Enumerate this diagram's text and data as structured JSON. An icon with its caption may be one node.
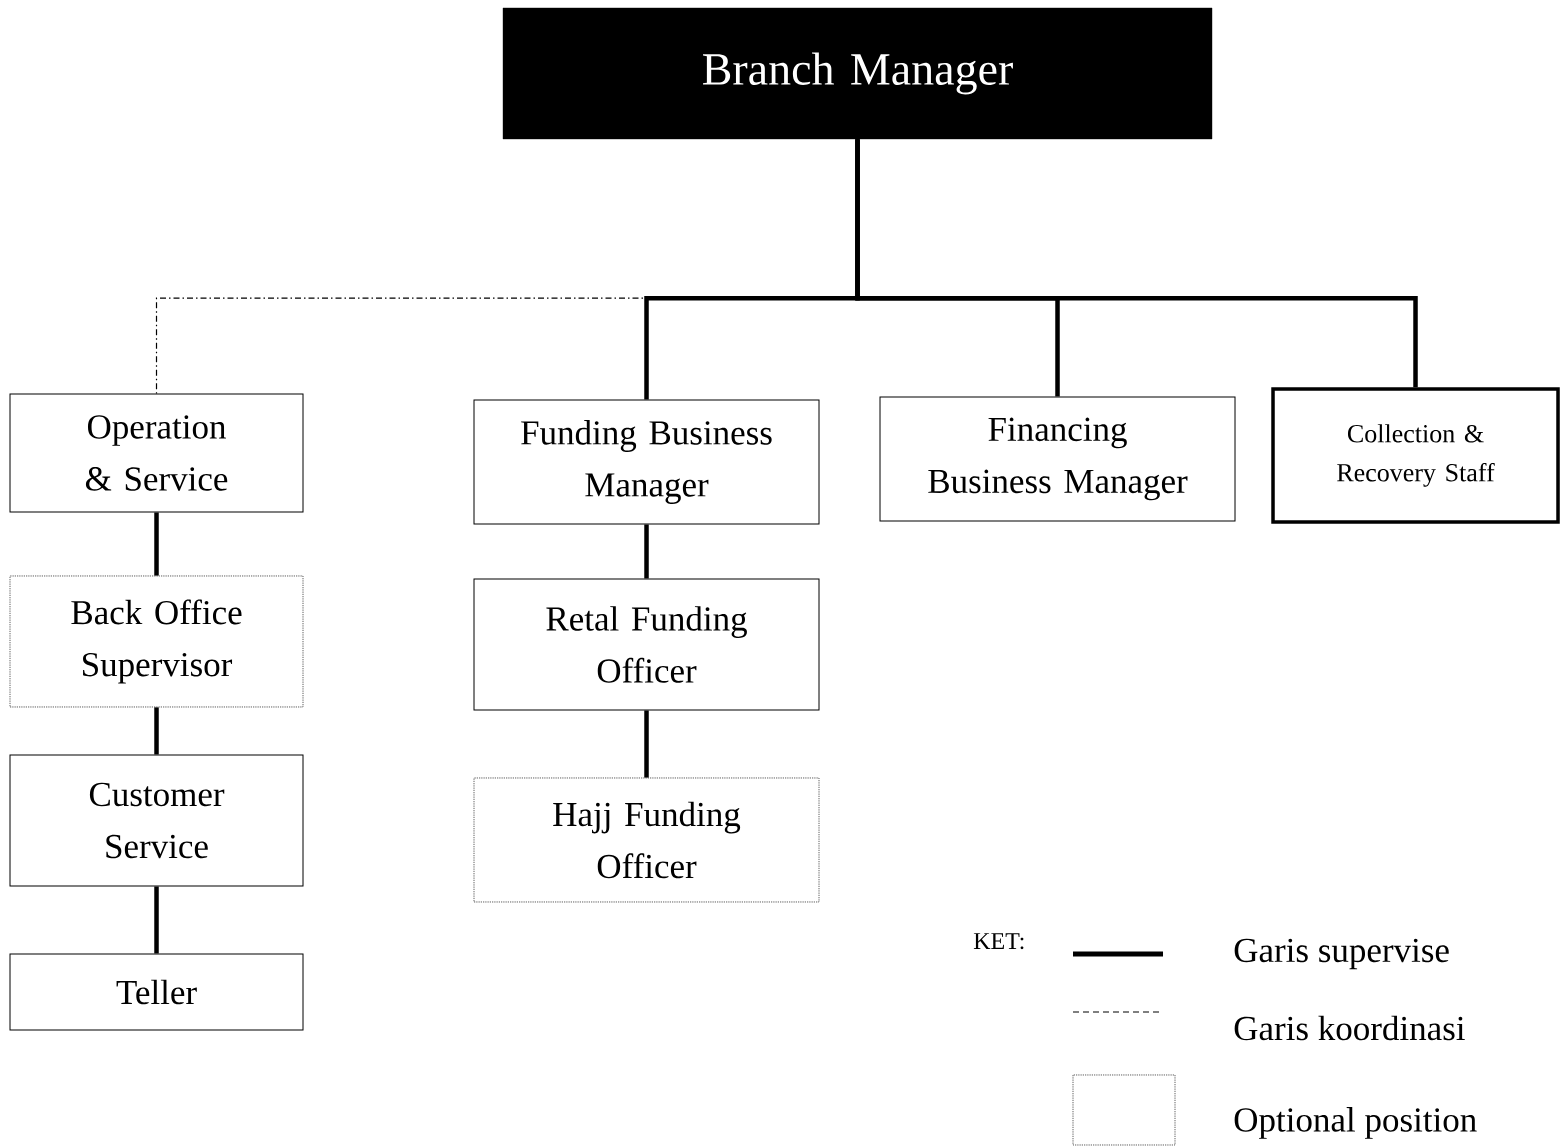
{
  "diagram": {
    "nodes": [
      {
        "text": [
          "Branch Manager"
        ]
      },
      {
        "text": [
          "Operation & Service"
        ]
      },
      {
        "text": [
          "Back Office Supervisor"
        ]
      },
      {
        "text": [
          "Customer Service"
        ]
      },
      {
        "text": [
          "Teller"
        ]
      },
      {
        "text": [
          "Funding Business Manager"
        ]
      },
      {
        "text": [
          "Retal Funding Officer"
        ]
      },
      {
        "text": [
          "Hajj Funding Officer"
        ]
      },
      {
        "text": [
          "Financing Business Manager"
        ]
      },
      {
        "text": [
          "Collection & Recovery Staff"
        ]
      }
    ],
    "edges": [
      {
        "from": 0,
        "to": 1,
        "arrow": "none",
        "style": "dashed"
      },
      {
        "from": 0,
        "to": 5,
        "arrow": "none"
      },
      {
        "from": 0,
        "to": 8,
        "arrow": "none"
      },
      {
        "from": 0,
        "to": 9,
        "arrow": "none"
      },
      {
        "from": 1,
        "to": 2,
        "arrow": "none"
      },
      {
        "from": 2,
        "to": 3,
        "arrow": "none"
      },
      {
        "from": 3,
        "to": 4,
        "arrow": "none"
      },
      {
        "from": 5,
        "to": 6,
        "arrow": "none"
      },
      {
        "from": 6,
        "to": 7,
        "arrow": "none"
      }
    ],
    "labels": [
      "KET:"
    ],
    "legend": [
      {
        "text": "Garis supervise"
      },
      {
        "text": "Garis koordinasi"
      },
      {
        "text": "Optional position"
      }
    ]
  }
}
